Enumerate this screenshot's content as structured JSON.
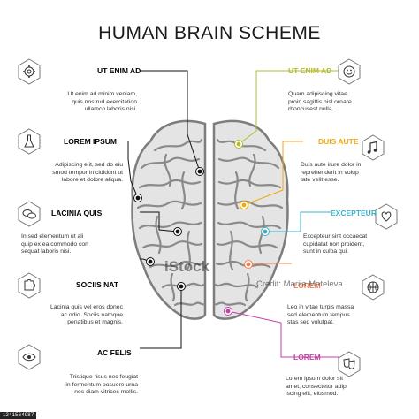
{
  "title": "HUMAN BRAIN SCHEME",
  "left_items": [
    {
      "label": "UT ENIM AD",
      "text": [
        "Ut enim ad minim veniam,",
        "quis nostrud exercitation",
        "ullamco laboris nisi."
      ],
      "icon": "gear-icon"
    },
    {
      "label": "LOREM IPSUM",
      "text": [
        "Adipiscing elit, sed do eiu",
        "smod tempor in cididunt ut",
        "labore et dolore aliqua."
      ],
      "icon": "flask-icon"
    },
    {
      "label": "LACINIA QUIS",
      "text": [
        "In sed elementum ut ali",
        "quip ex ea commodo con",
        "sequat laboris nisi."
      ],
      "icon": "chat-bubbles-icon"
    },
    {
      "label": "SOCIIS NAT",
      "text": [
        "Lacinia quis vel eros donec",
        "ac odio. Sociis natoque",
        "penatibus et magnis."
      ],
      "icon": "puzzle-icon"
    },
    {
      "label": "AC FELIS",
      "text": [
        "Tristique risus nec feugiat",
        "in fermentum posuere urna",
        "nec diam vitrices mollis."
      ],
      "icon": "eye-icon"
    }
  ],
  "right_items": [
    {
      "label": "UT ENIM AD",
      "text": [
        "Quam adipiscing vitae",
        "proin sagittis nisl ornare",
        "rhoncusest nulla."
      ],
      "icon": "smiley-icon",
      "color": "#b3bd2d"
    },
    {
      "label": "DUIS AUTE",
      "text": [
        "Duis aute irure dolor in",
        "reprehenderit in volup",
        "tate velit esse."
      ],
      "icon": "music-note-icon",
      "color": "#f2a90d"
    },
    {
      "label": "EXCEPTEUR",
      "text": [
        "Excepteur sint occaecat",
        "cupidatat non proident,",
        "sunt in culpa qui."
      ],
      "icon": "heart-icon",
      "color": "#3fb1c8"
    },
    {
      "label": "LOREM",
      "text": [
        "Leo in vitae turpis massa",
        "sed elementum tempus",
        "stas sed volutpat."
      ],
      "icon": "basketball-icon",
      "color": "#f07e4e"
    },
    {
      "label": "LOREM",
      "text": [
        "Lorem ipsum dolor sit",
        "amet, consectetur adip",
        "iscing elit, eiusmod."
      ],
      "icon": "theater-masks-icon",
      "color": "#c63fa8"
    }
  ],
  "watermark": "iStock",
  "credit": "Credit: Mariia Meteleva",
  "image_id": "1241564987",
  "colors": {
    "left_accent": "#111111",
    "brain_fill": "#e4e4e4",
    "brain_stroke": "#7d7d7d",
    "hex_stroke": "#777777"
  }
}
